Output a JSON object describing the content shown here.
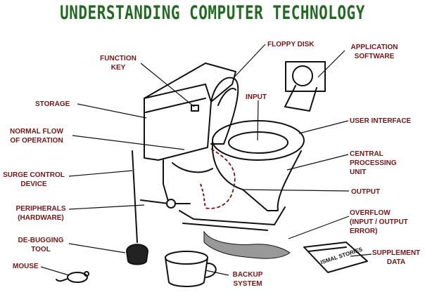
{
  "title": "UNDERSTANDING COMPUTER TECHNOLOGY",
  "colors": {
    "title": "#1f6b1f",
    "labels": "#7a1414",
    "lines": "#111111"
  },
  "labels": {
    "function_key": [
      "FUNCTION",
      "KEY"
    ],
    "floppy_disk": "FLOPPY DISK",
    "application_software": [
      "APPLICATION",
      "SOFTWARE"
    ],
    "storage": "STORAGE",
    "input": "INPUT",
    "normal_flow": [
      "NORMAL FLOW",
      "OF OPERATION"
    ],
    "user_interface": "USER INTERFACE",
    "surge_control": [
      "SURGE CONTROL",
      "DEVICE"
    ],
    "cpu": [
      "CENTRAL",
      "PROCESSING",
      "UNIT"
    ],
    "output": "OUTPUT",
    "peripherals": [
      "PERIPHERALS",
      "(HARDWARE)"
    ],
    "overflow": [
      "OVERFLOW",
      "(INPUT / OUTPUT",
      "ERROR)"
    ],
    "debugging": [
      "DE-BUGGING",
      "TOOL"
    ],
    "supplement": [
      "SUPPLEMENT",
      "DATA"
    ],
    "mouse": "MOUSE",
    "backup": [
      "BACKUP",
      "SYSTEM"
    ]
  },
  "newspaper_text": "ISMAL STORIES"
}
